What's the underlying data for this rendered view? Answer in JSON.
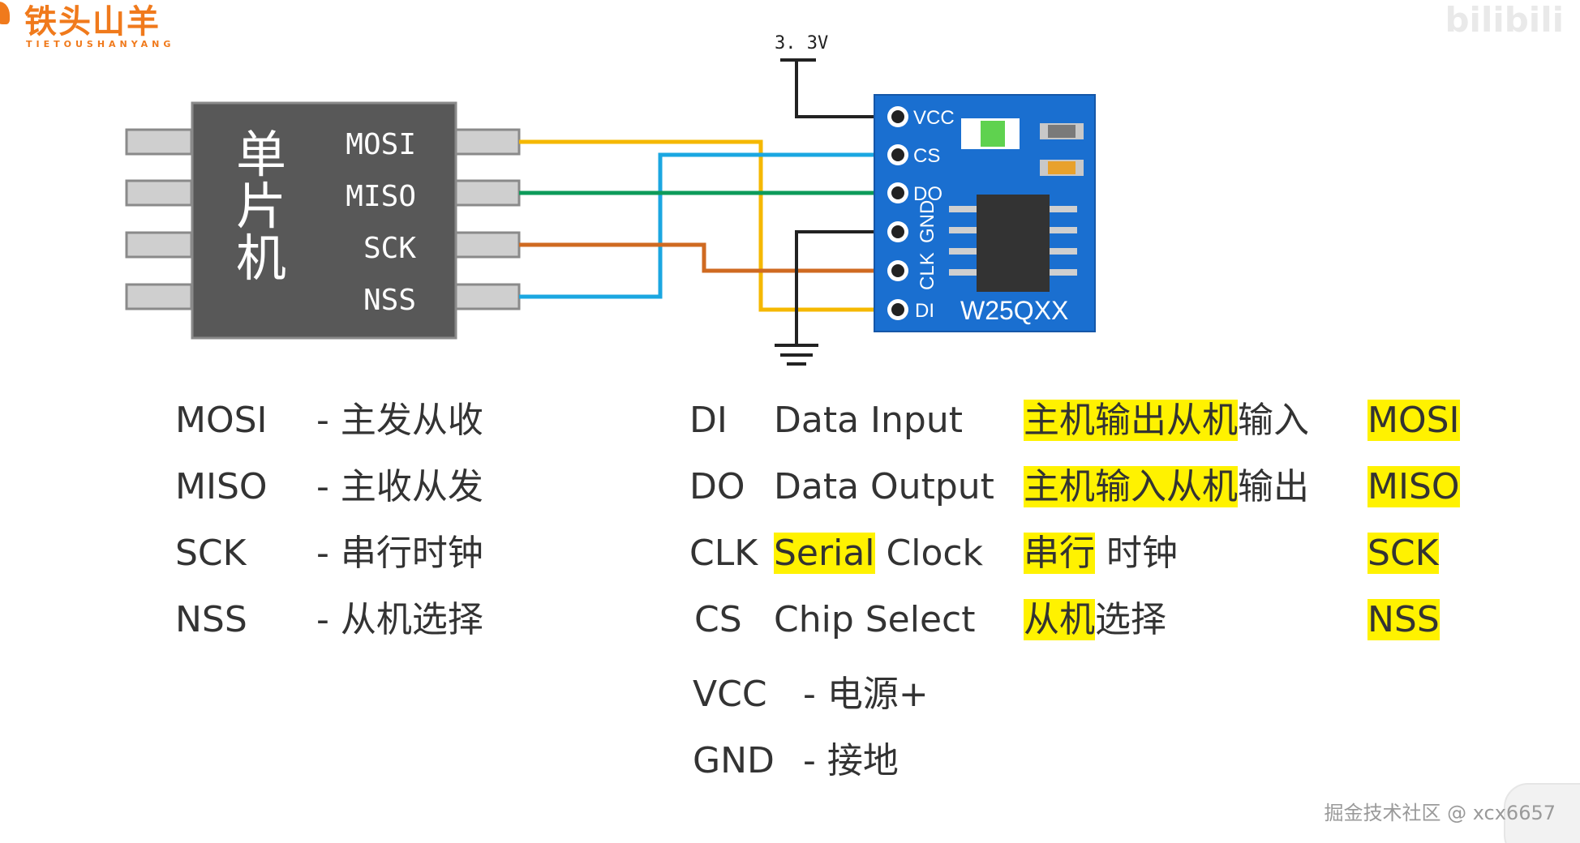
{
  "logo": {
    "cn": "铁头山羊",
    "en": "TIETOUSHANYANG"
  },
  "watermark_top": "bilibili",
  "watermark_bottom": "掘金技术社区 @ xcx6657",
  "mcu": {
    "label": "单片机",
    "pins": [
      "MOSI",
      "MISO",
      "SCK",
      "NSS"
    ]
  },
  "power": {
    "label": "3. 3V"
  },
  "flash": {
    "name": "W25QXX",
    "pins": [
      "VCC",
      "CS",
      "DO",
      "GND",
      "CLK",
      "DI"
    ]
  },
  "colors": {
    "mosi_di": "#f5b800",
    "cs_nss": "#1ba7e1",
    "miso_do": "#0d9b5a",
    "sck_clk": "#cf6a21",
    "board": "#1a6fd0",
    "chip_body": "#585858",
    "highlight": "#fff200"
  },
  "left_legend": [
    {
      "abbr": "MOSI",
      "desc": "- 主发从收"
    },
    {
      "abbr": "MISO",
      "desc": "- 主收从发"
    },
    {
      "abbr": "SCK",
      "desc": "- 串行时钟"
    },
    {
      "abbr": "NSS",
      "desc": "- 从机选择"
    }
  ],
  "right_legend": [
    {
      "pin": "DI",
      "en1": "",
      "en2": "Data Input",
      "cn1": "主机输出",
      "cn2": "从机",
      "cn3": "输入",
      "alt": "MOSI"
    },
    {
      "pin": "DO",
      "en1": "",
      "en2": "Data Output",
      "cn1": "主机输入",
      "cn2": "从机",
      "cn3": "输出",
      "alt": "MISO"
    },
    {
      "pin": "CLK",
      "en1": "Serial",
      "en2": " Clock",
      "cn1": "串行",
      "cn2": "",
      "cn3": " 时钟",
      "alt": "SCK"
    },
    {
      "pin": "CS",
      "en1": "",
      "en2": "Chip Select",
      "cn1": "从机",
      "cn2": "",
      "cn3": "选择",
      "alt": "NSS"
    }
  ],
  "power_legend": [
    {
      "pin": "VCC",
      "desc": "- 电源+"
    },
    {
      "pin": "GND",
      "desc": "- 接地"
    }
  ]
}
